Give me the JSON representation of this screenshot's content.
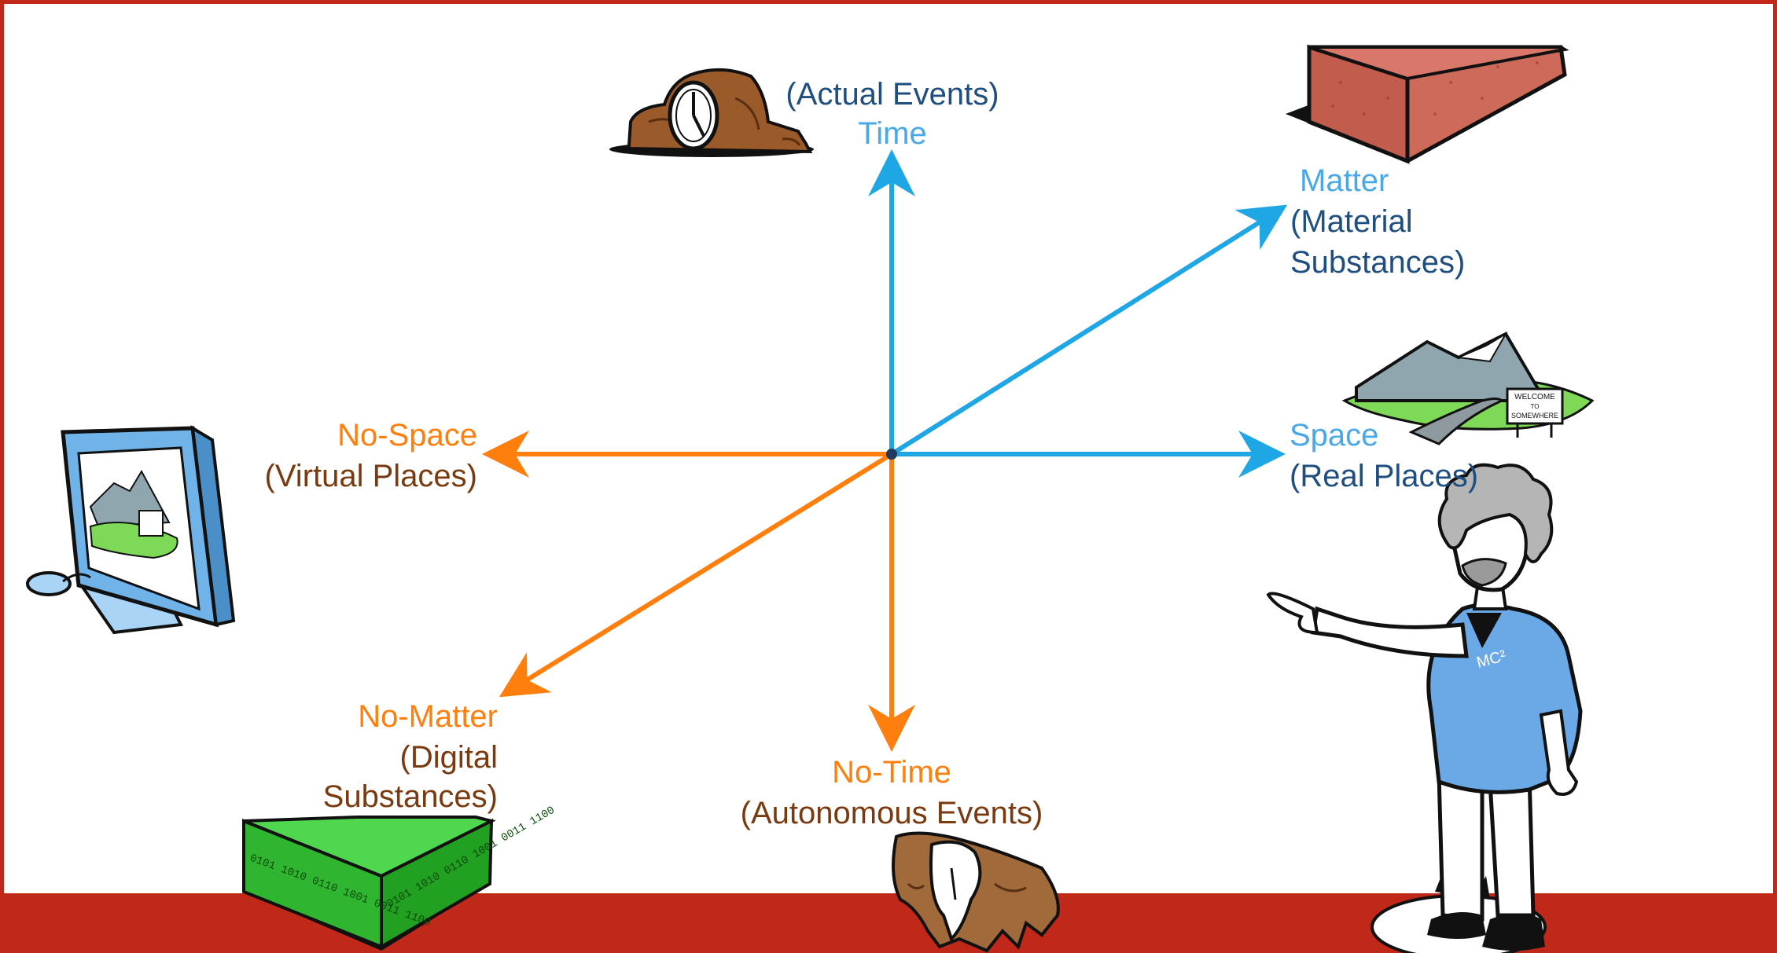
{
  "labels": {
    "time": {
      "title": "Time",
      "sub": "(Actual Events)"
    },
    "matter": {
      "title": "Matter",
      "sub_line1": "(Material",
      "sub_line2": "Substances)"
    },
    "space": {
      "title": "Space",
      "sub": "(Real Places)"
    },
    "no_space": {
      "title": "No-Space",
      "sub": "(Virtual Places)"
    },
    "no_matter": {
      "title": "No-Matter",
      "sub_line1": "(Digital",
      "sub_line2": "Substances)"
    },
    "no_time": {
      "title": "No-Time",
      "sub": "(Autonomous Events)"
    }
  },
  "sign_text": {
    "line1": "WELCOME",
    "line2": "TO",
    "line3": "SOMEWHERE"
  },
  "shirt_text": "MC²",
  "binary_text": "0101 1010 0110 1001 0011 1100",
  "colors": {
    "positive_axis": "#1ea7e4",
    "negative_axis": "#ff7f0e",
    "frame": "#c0281a",
    "light_blue_text": "#4aa8e6",
    "dark_blue_text": "#1f4e80",
    "orange_text": "#ff7f0e",
    "brown_text": "#7a3a10"
  },
  "icons": [
    "mantel-clock-icon",
    "brick-icon",
    "mountain-landscape-icon",
    "computer-monitor-icon",
    "binary-block-icon",
    "melting-clock-icon",
    "presenter-figure"
  ]
}
